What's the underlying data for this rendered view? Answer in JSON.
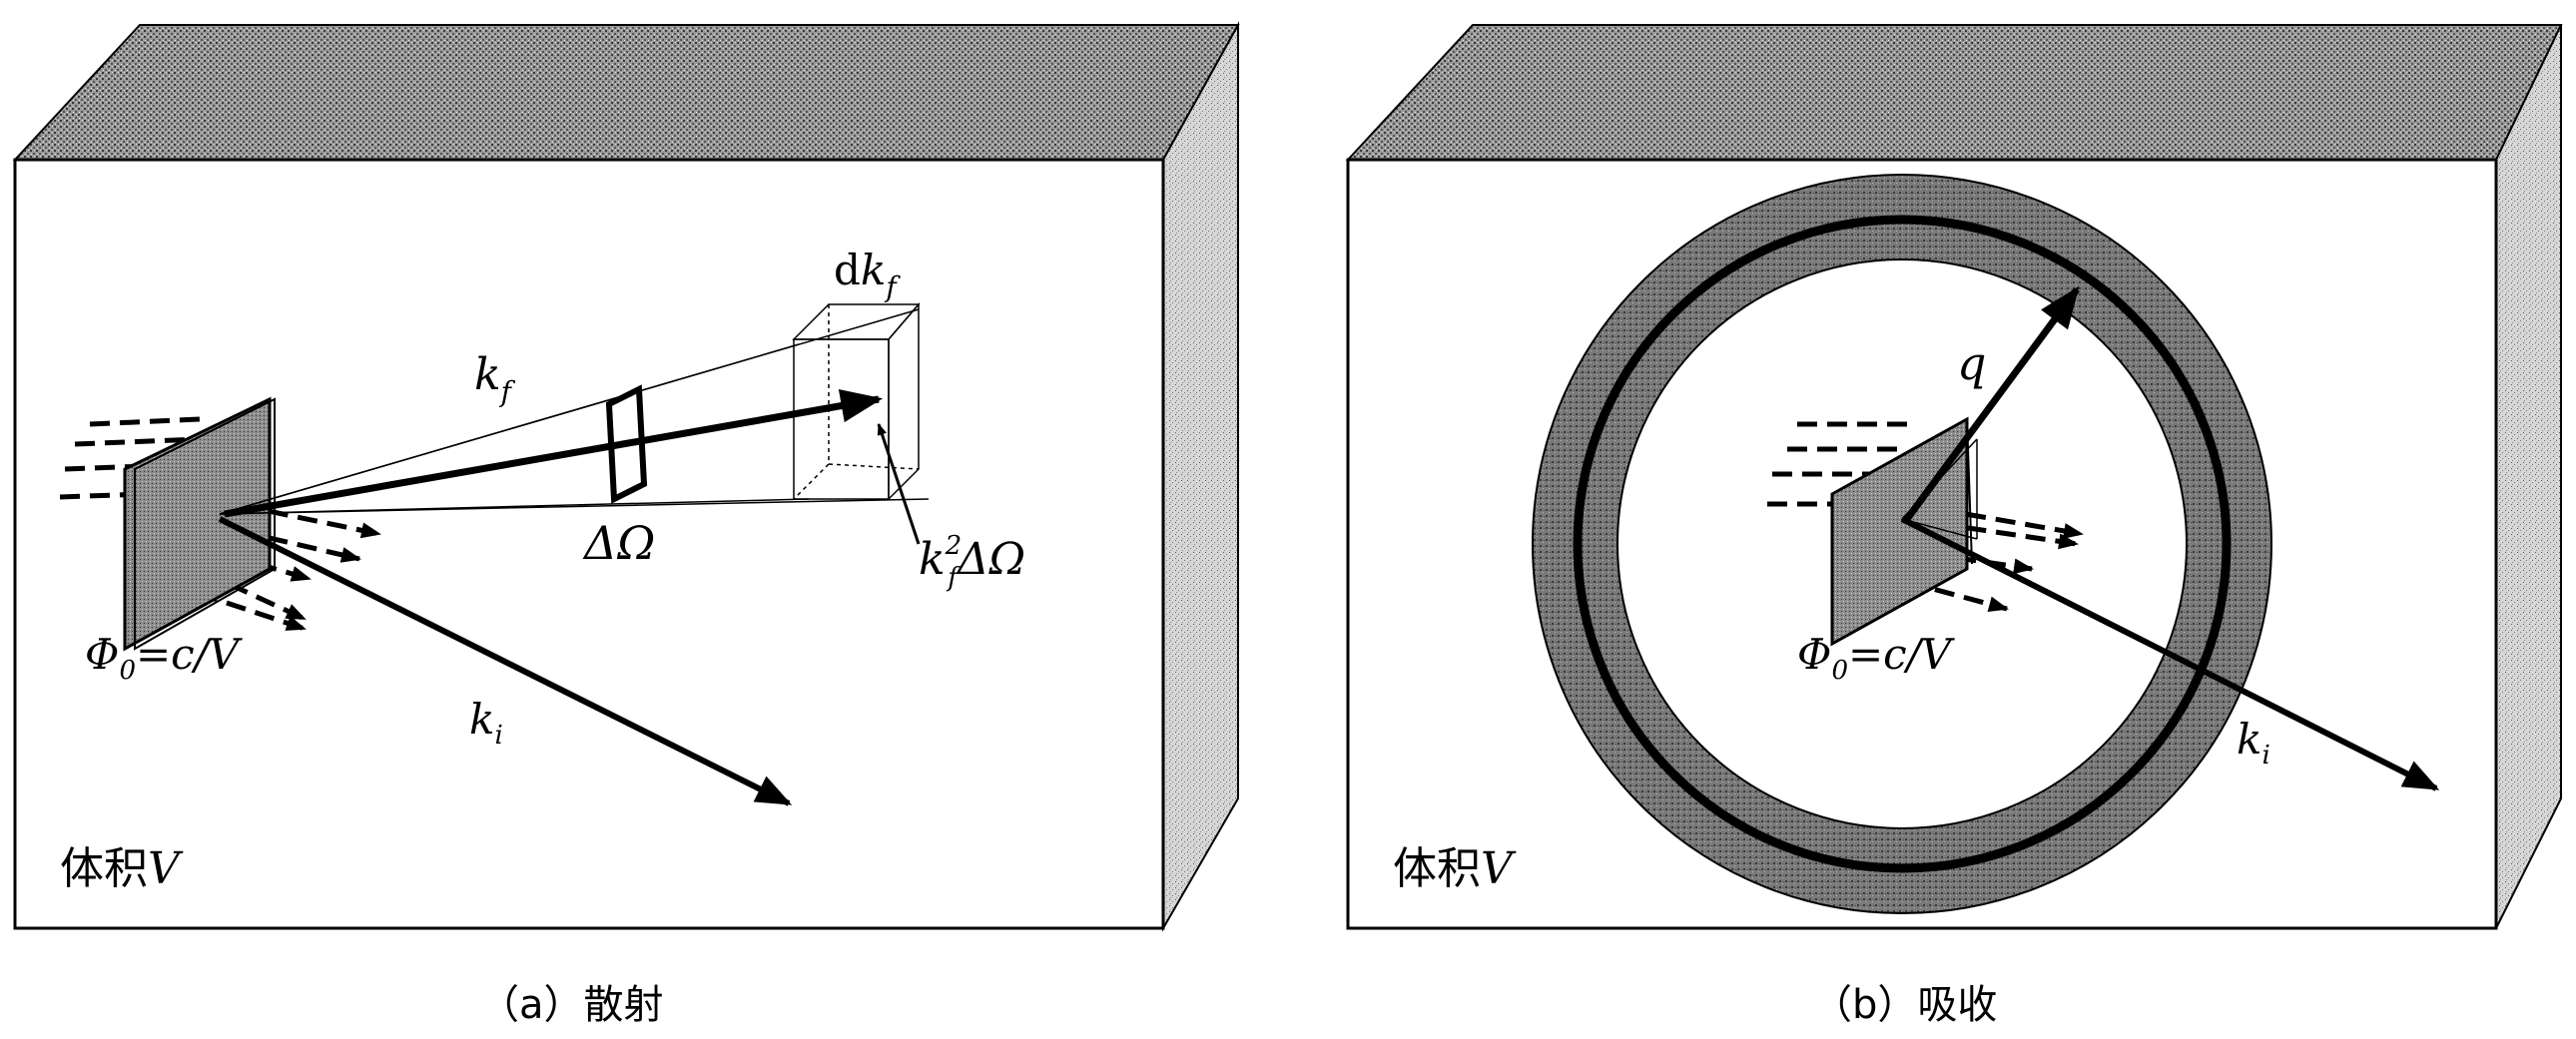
{
  "panel_a": {
    "kf_label": "k",
    "kf_sub": "f",
    "dkf_label_d": "d",
    "dkf_label_k": "k",
    "dkf_sub": "f",
    "delta_omega": "ΔΩ",
    "k2_label_k": "k",
    "k2_sub": "f",
    "k2_sup": "2",
    "k2_rest": "ΔΩ",
    "phi_sym": "Φ",
    "phi_sub": "0",
    "phi_rest": "=c/V",
    "ki_label": "k",
    "ki_sub": "i",
    "volume_cjk": "体积",
    "volume_v": "V",
    "caption": "（a）散射"
  },
  "panel_b": {
    "q_label": "q",
    "phi_sym": "Φ",
    "phi_sub": "0",
    "phi_rest": "=c/V",
    "ki_label": "k",
    "ki_sub": "i",
    "volume_cjk": "体积",
    "volume_v": "V",
    "caption": "（b）吸收"
  },
  "colors": {
    "ink": "#000000",
    "box_face": "#ffffff",
    "texture_top": "#8a8a8a",
    "texture_side": "#c8c8c8",
    "ring": "#6e6e6e"
  }
}
